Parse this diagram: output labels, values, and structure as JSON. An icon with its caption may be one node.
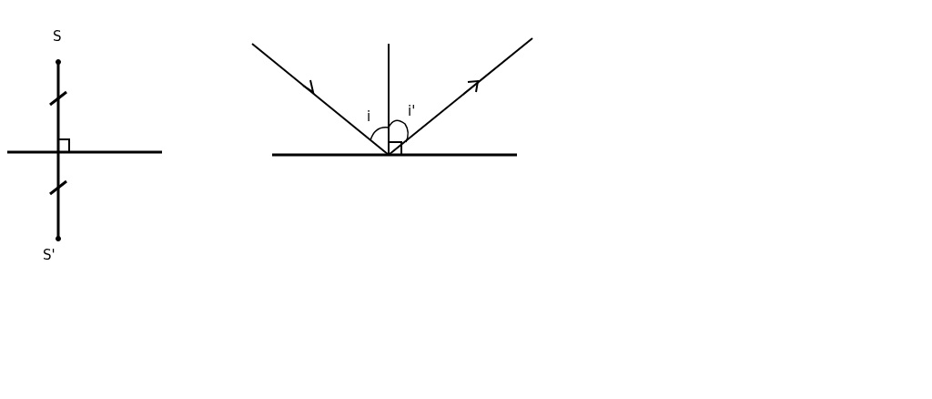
{
  "diagram": {
    "labels": [
      "S",
      "S'",
      "i",
      "i'"
    ]
  }
}
